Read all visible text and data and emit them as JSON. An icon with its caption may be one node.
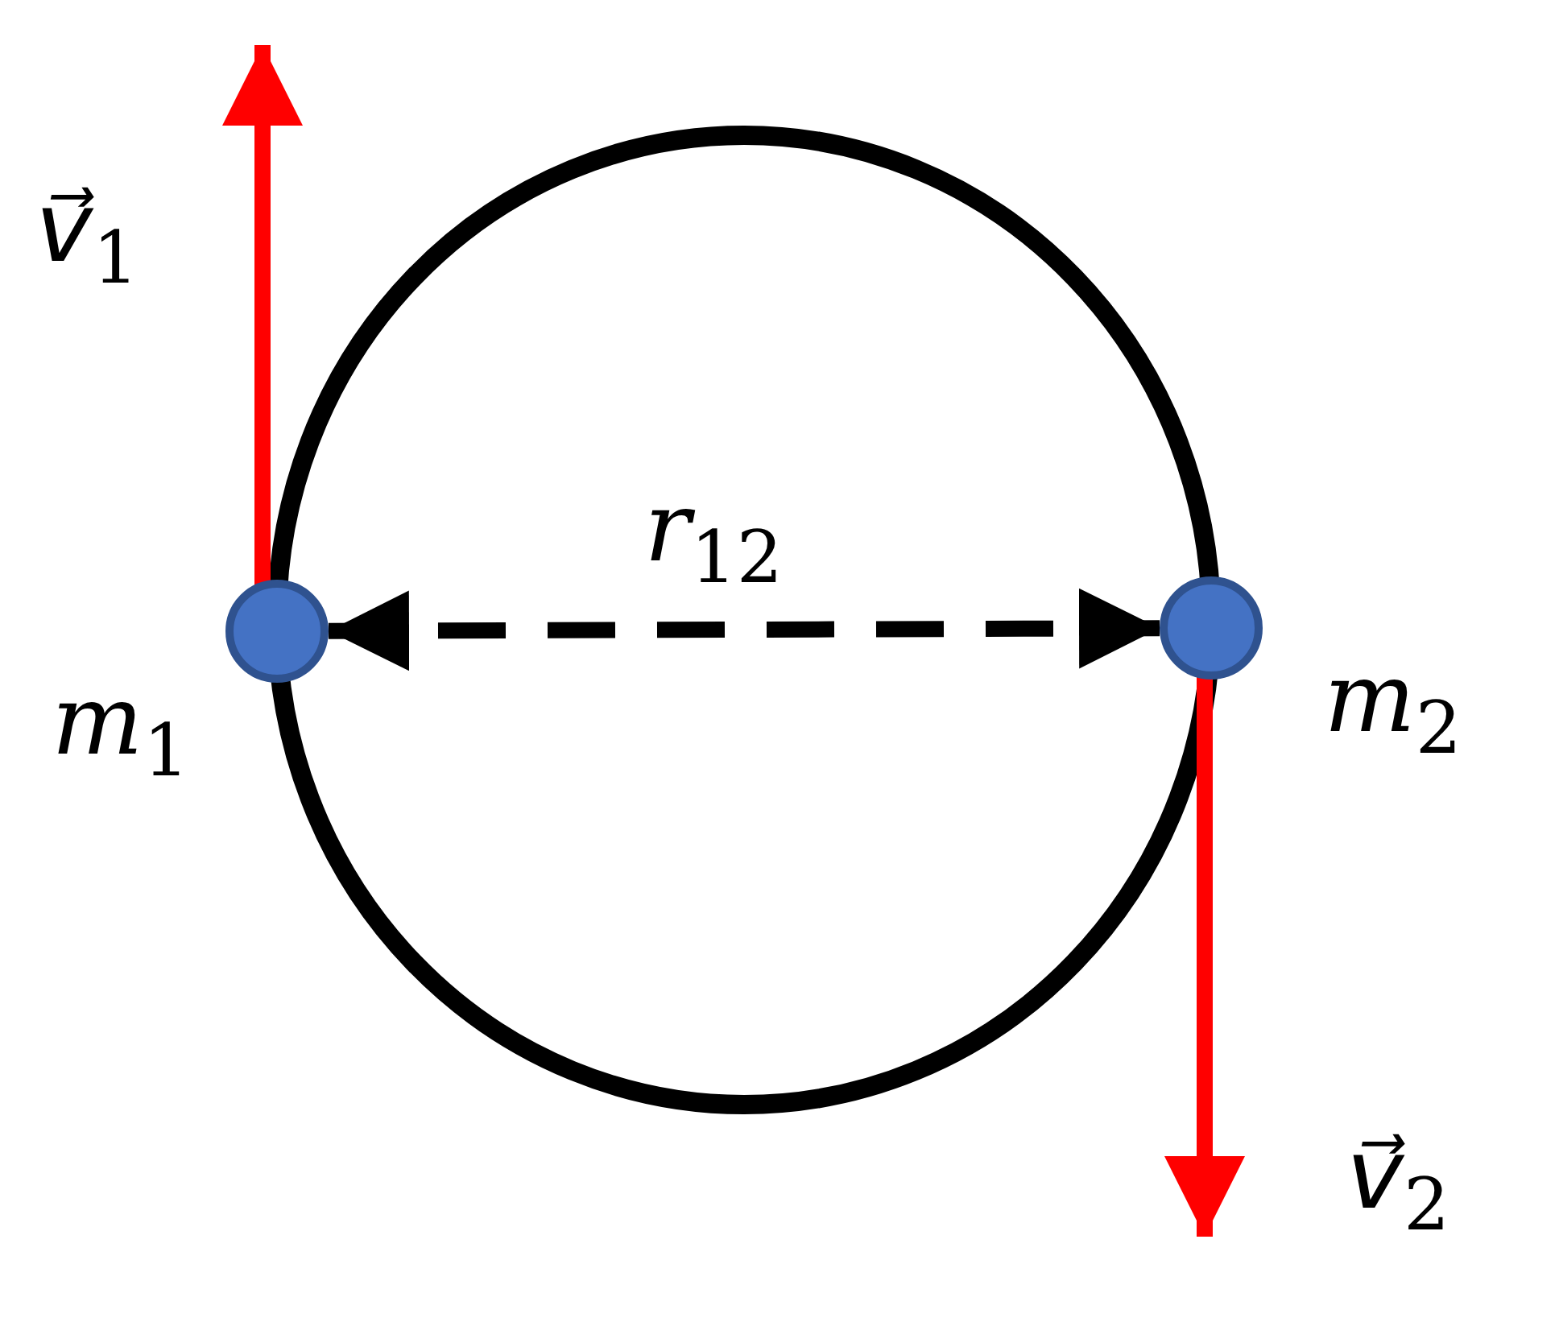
{
  "diagram": {
    "nodes": [
      {
        "text": [],
        "shape": "circle",
        "beside": [
          "*m*$_{1}$"
        ]
      },
      {
        "text": [],
        "shape": "circle",
        "beside": [
          "*m*$_{2}$"
        ]
      }
    ],
    "edges": [
      {
        "from": 0,
        "to": null,
        "arrow": "to",
        "label": "*v⃗*$_{1}$"
      },
      {
        "from": 0,
        "to": 1,
        "arrow": "both",
        "style": "dashed",
        "color": "#000000",
        "label": "*r*$_{12}$"
      },
      {
        "from": 1,
        "to": null,
        "arrow": "to",
        "label": "*v⃗*$_{2}$"
      }
    ]
  }
}
